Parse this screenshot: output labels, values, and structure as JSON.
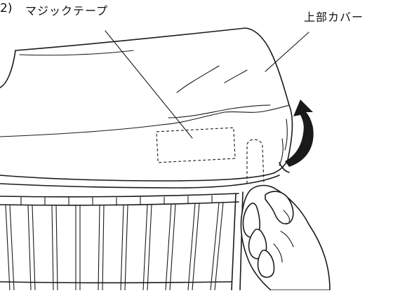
{
  "step": {
    "number_label": "2)"
  },
  "labels": {
    "velcro_tape": "マジックテープ",
    "upper_cover": "上部カバー"
  },
  "icons": {
    "rotate_arrow": "curved-up-arrow-icon",
    "hand": "hand-illustration"
  },
  "colors": {
    "ink": "#1a1a1a",
    "background": "#ffffff"
  }
}
